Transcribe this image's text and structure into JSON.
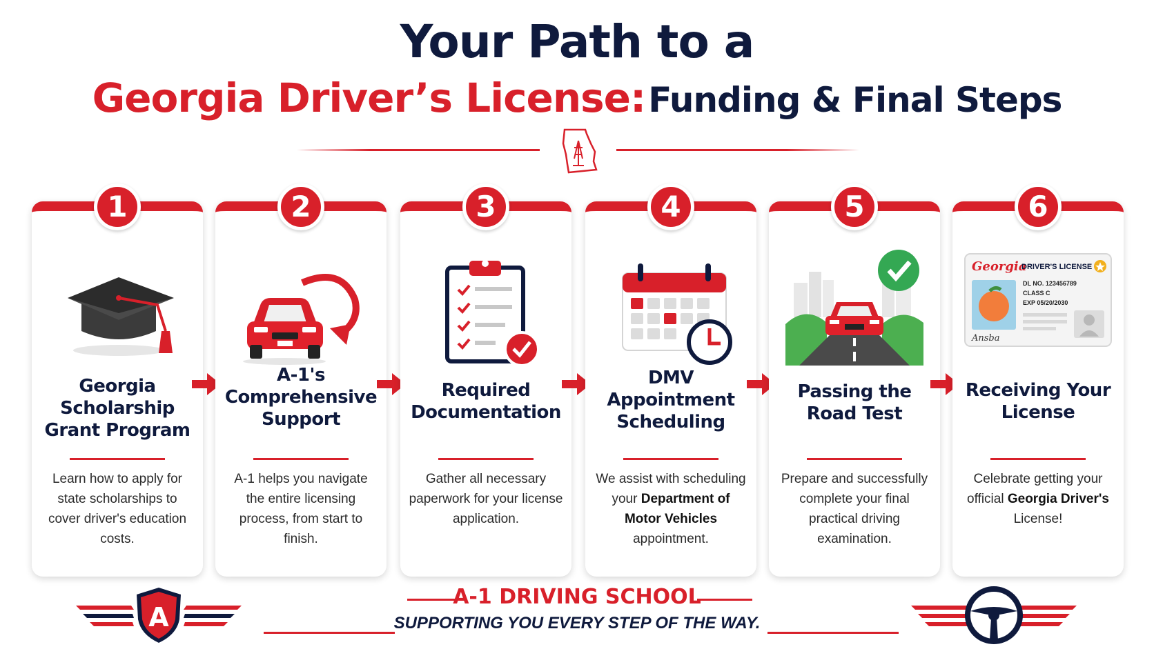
{
  "header": {
    "title_line1": "Your Path to a",
    "title_red": "Georgia Driver’s License:",
    "title_navy": "Funding & Final Steps"
  },
  "steps": [
    {
      "number": "1",
      "title": "Georgia Scholarship Grant Program",
      "description": "Learn how to apply for state scholarships to cover driver's education costs.",
      "icon": "graduation-cap-icon"
    },
    {
      "number": "2",
      "title": "A-1's Comprehensive Support",
      "description": "A-1 helps you navigate the entire licensing process, from start to finish.",
      "icon": "car-with-arrow-icon"
    },
    {
      "number": "3",
      "title": "Required Documentation",
      "description": "Gather all necessary paperwork for your license application.",
      "icon": "clipboard-checklist-icon"
    },
    {
      "number": "4",
      "title": "DMV Appointment Scheduling",
      "description_pre": "We assist with scheduling your",
      "description_bold": "Department of Motor Vehicles",
      "description_post": "appointment.",
      "icon": "calendar-clock-icon"
    },
    {
      "number": "5",
      "title": "Passing the Road Test",
      "description": "Prepare and successfully complete your final practical driving examination.",
      "icon": "road-test-icon"
    },
    {
      "number": "6",
      "title": "Receiving Your License",
      "description_pre": "Celebrate getting your official",
      "description_bold": "Georgia Driver's",
      "description_post": "License!",
      "icon": "drivers-license-card-icon"
    }
  ],
  "license_card": {
    "state": "Georgia",
    "label": "DRIVER'S LICENSE",
    "dl_no": "DL NO. 123456789",
    "class": "CLASS C",
    "exp": "EXP 05/20/2030",
    "signature": "Ansba"
  },
  "footer": {
    "brand": "A-1 DRIVING SCHOOL",
    "tagline": "SUPPORTING YOU EVERY STEP OF THE WAY.",
    "shield_letter": "A"
  },
  "colors": {
    "accent_red": "#d8202a",
    "navy": "#0f1a3d",
    "card_bg": "#ffffff"
  }
}
